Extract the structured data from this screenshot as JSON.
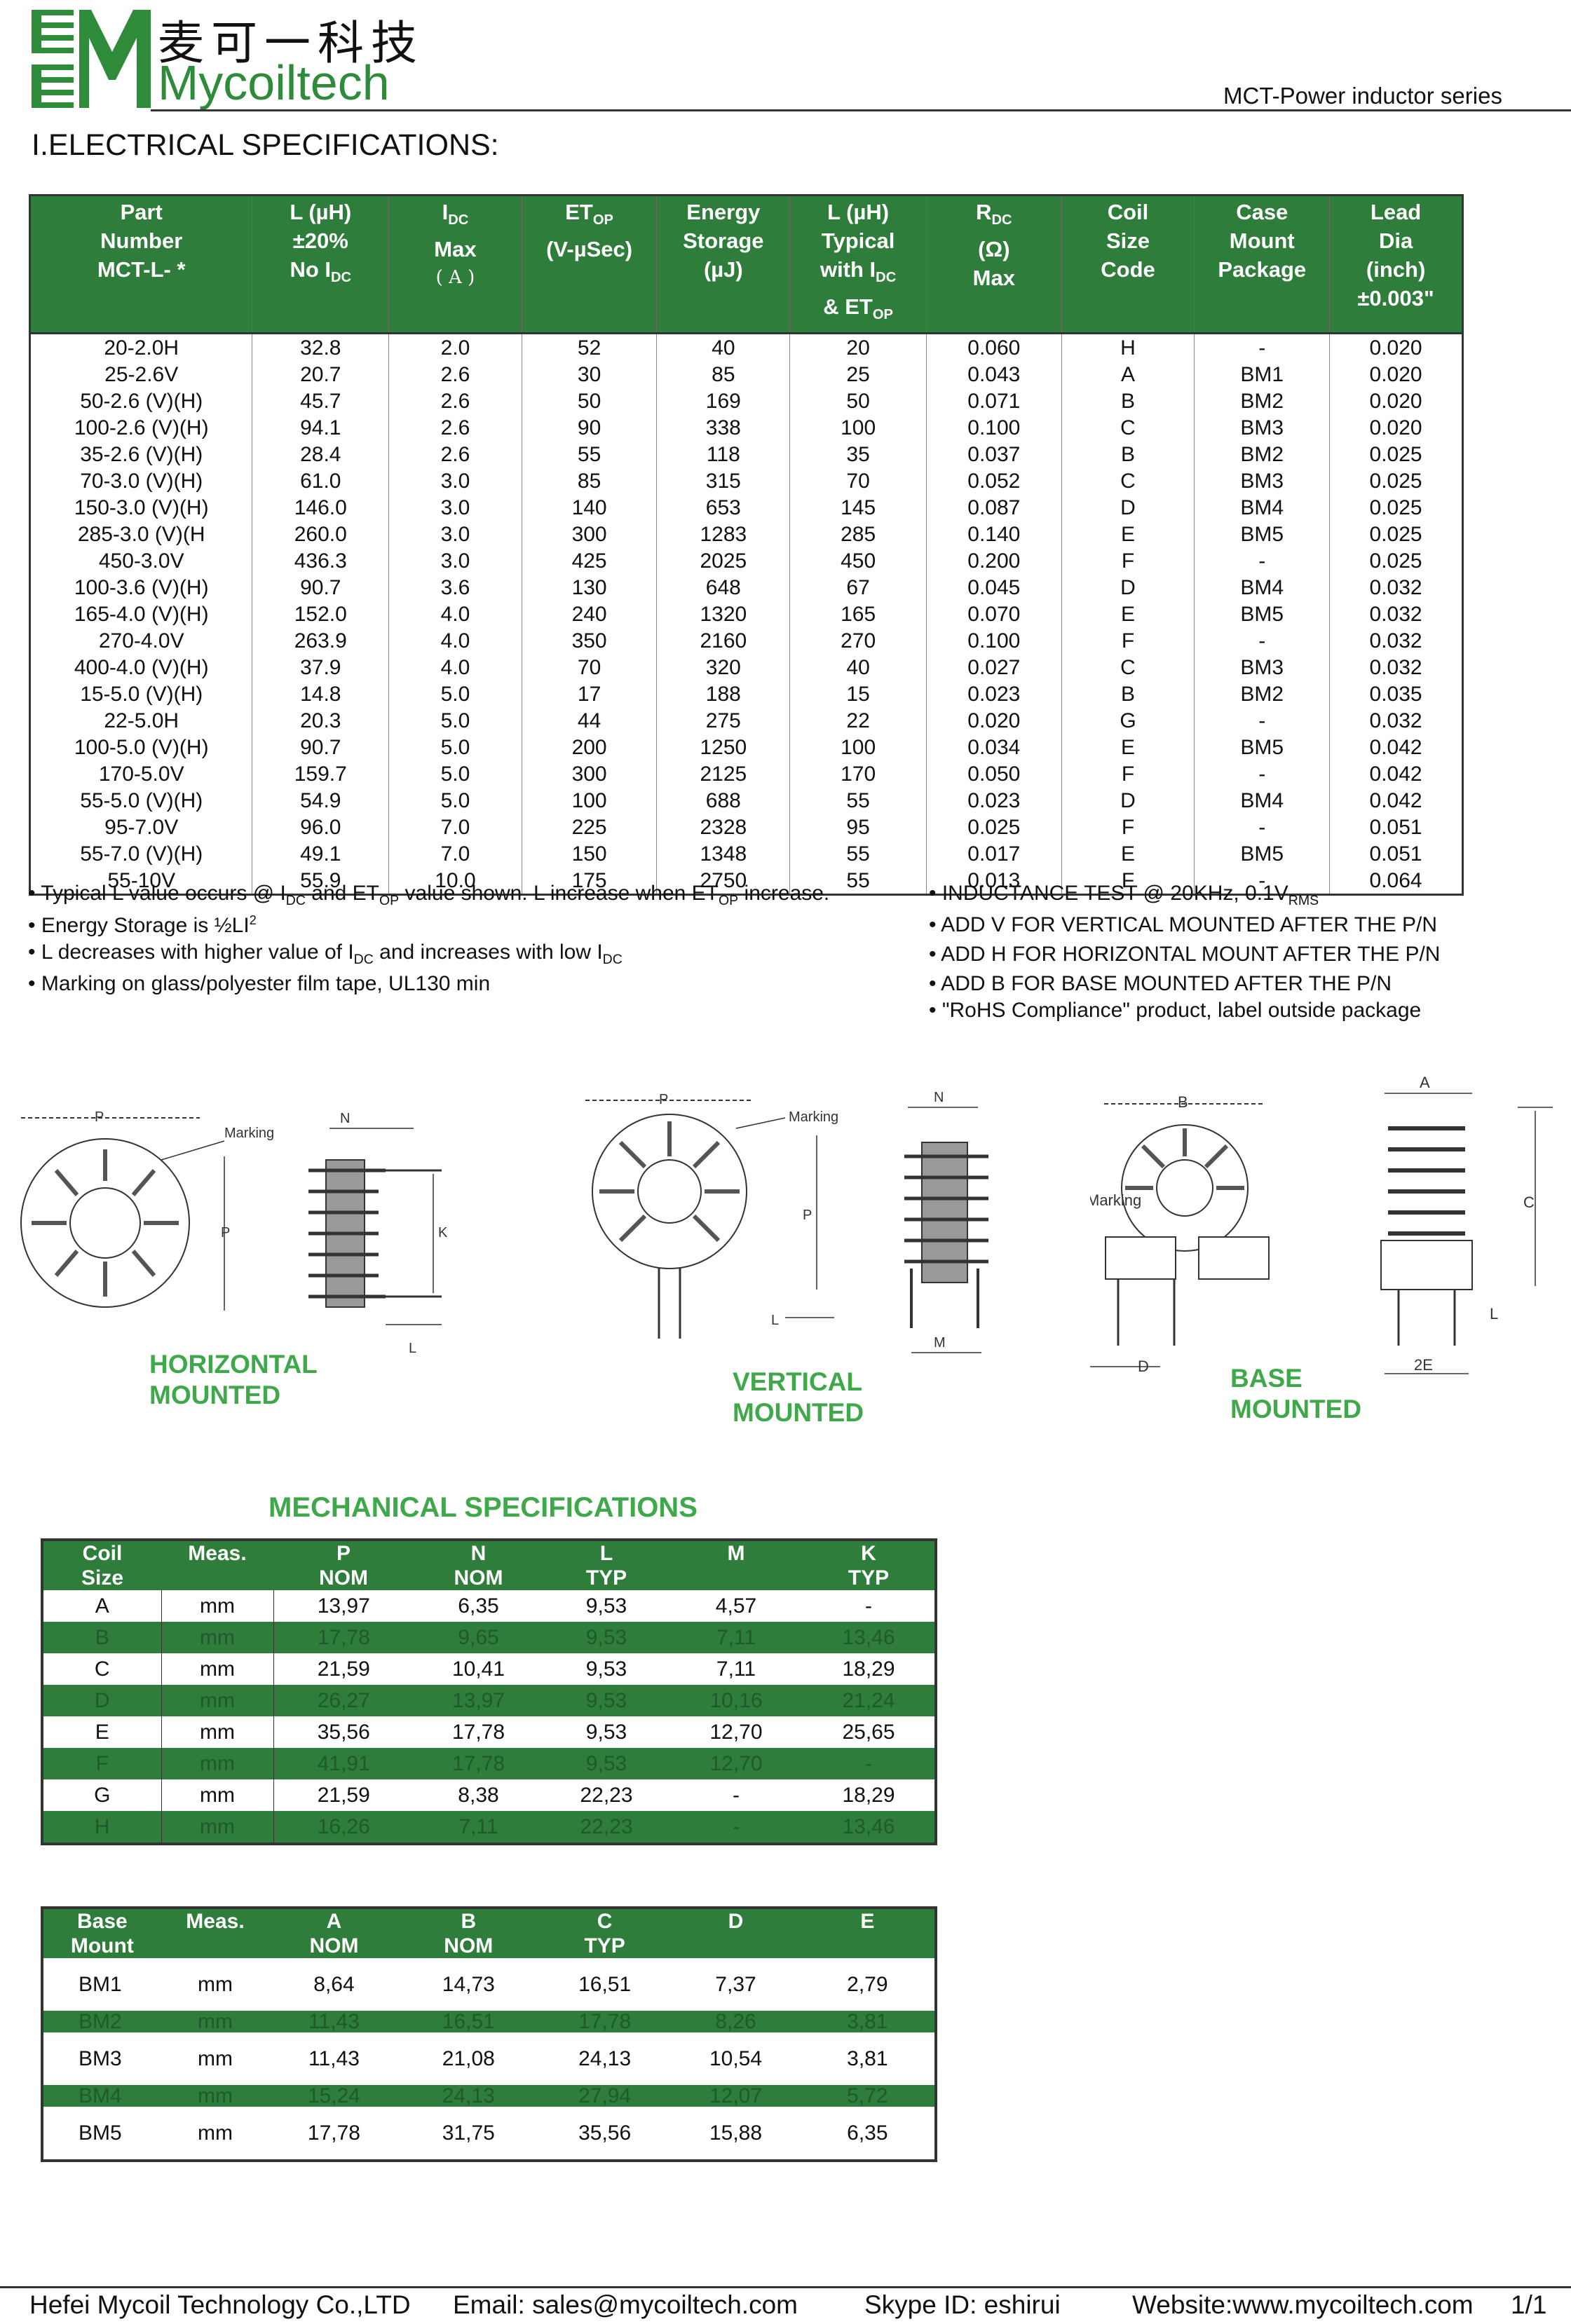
{
  "header": {
    "brand_cn": "麦可一科技",
    "brand_en": "Mycoiltech",
    "series": "MCT-Power inductor series",
    "section_title": "I.ELECTRICAL SPECIFICATIONS:"
  },
  "spec_table": {
    "headers": [
      {
        "l1": "Part",
        "l2": "Number",
        "l3": "MCT-L-  *"
      },
      {
        "l1": "L (µH)",
        "l2": "±20%",
        "l3a": "No I",
        "l3sub": "DC"
      },
      {
        "l1a": "I",
        "l1sub": "DC",
        "l2": "Max",
        "l3": "( A )"
      },
      {
        "l1a": "ET",
        "l1sub": "OP",
        "l2": "(V-µSec)"
      },
      {
        "l1": "Energy",
        "l2": "Storage",
        "l3": "(µJ)"
      },
      {
        "l1": "L (µH)",
        "l2": "Typical",
        "l3a": "with I",
        "l3sub": "DC",
        "l4a": "& ET",
        "l4sub": "OP"
      },
      {
        "l1a": "R",
        "l1sub": "DC",
        "l2": "(Ω)",
        "l3": "Max"
      },
      {
        "l1": "Coil",
        "l2": "Size",
        "l3": "Code"
      },
      {
        "l1": "Case",
        "l2": "Mount",
        "l3": "Package"
      },
      {
        "l1": "Lead",
        "l2": "Dia",
        "l3": "(inch)",
        "l4": "±0.003\""
      }
    ],
    "rows": [
      [
        "20-2.0H",
        "32.8",
        "2.0",
        "52",
        "40",
        "20",
        "0.060",
        "H",
        "-",
        "0.020"
      ],
      [
        "25-2.6V",
        "20.7",
        "2.6",
        "30",
        "85",
        "25",
        "0.043",
        "A",
        "BM1",
        "0.020"
      ],
      [
        "50-2.6 (V)(H)",
        "45.7",
        "2.6",
        "50",
        "169",
        "50",
        "0.071",
        "B",
        "BM2",
        "0.020"
      ],
      [
        "100-2.6 (V)(H)",
        "94.1",
        "2.6",
        "90",
        "338",
        "100",
        "0.100",
        "C",
        "BM3",
        "0.020"
      ],
      [
        "35-2.6 (V)(H)",
        "28.4",
        "2.6",
        "55",
        "118",
        "35",
        "0.037",
        "B",
        "BM2",
        "0.025"
      ],
      [
        "70-3.0 (V)(H)",
        "61.0",
        "3.0",
        "85",
        "315",
        "70",
        "0.052",
        "C",
        "BM3",
        "0.025"
      ],
      [
        "150-3.0 (V)(H)",
        "146.0",
        "3.0",
        "140",
        "653",
        "145",
        "0.087",
        "D",
        "BM4",
        "0.025"
      ],
      [
        "285-3.0 (V)(H",
        "260.0",
        "3.0",
        "300",
        "1283",
        "285",
        "0.140",
        "E",
        "BM5",
        "0.025"
      ],
      [
        "450-3.0V",
        "436.3",
        "3.0",
        "425",
        "2025",
        "450",
        "0.200",
        "F",
        "-",
        "0.025"
      ],
      [
        "100-3.6 (V)(H)",
        "90.7",
        "3.6",
        "130",
        "648",
        "67",
        "0.045",
        "D",
        "BM4",
        "0.032"
      ],
      [
        "165-4.0 (V)(H)",
        "152.0",
        "4.0",
        "240",
        "1320",
        "165",
        "0.070",
        "E",
        "BM5",
        "0.032"
      ],
      [
        "270-4.0V",
        "263.9",
        "4.0",
        "350",
        "2160",
        "270",
        "0.100",
        "F",
        "-",
        "0.032"
      ],
      [
        "400-4.0 (V)(H)",
        "37.9",
        "4.0",
        "70",
        "320",
        "40",
        "0.027",
        "C",
        "BM3",
        "0.032"
      ],
      [
        "15-5.0 (V)(H)",
        "14.8",
        "5.0",
        "17",
        "188",
        "15",
        "0.023",
        "B",
        "BM2",
        "0.035"
      ],
      [
        "22-5.0H",
        "20.3",
        "5.0",
        "44",
        "275",
        "22",
        "0.020",
        "G",
        "-",
        "0.032"
      ],
      [
        "100-5.0 (V)(H)",
        "90.7",
        "5.0",
        "200",
        "1250",
        "100",
        "0.034",
        "E",
        "BM5",
        "0.042"
      ],
      [
        "170-5.0V",
        "159.7",
        "5.0",
        "300",
        "2125",
        "170",
        "0.050",
        "F",
        "-",
        "0.042"
      ],
      [
        "55-5.0 (V)(H)",
        "54.9",
        "5.0",
        "100",
        "688",
        "55",
        "0.023",
        "D",
        "BM4",
        "0.042"
      ],
      [
        "95-7.0V",
        "96.0",
        "7.0",
        "225",
        "2328",
        "95",
        "0.025",
        "F",
        "-",
        "0.051"
      ],
      [
        "55-7.0 (V)(H)",
        "49.1",
        "7.0",
        "150",
        "1348",
        "55",
        "0.017",
        "E",
        "BM5",
        "0.051"
      ],
      [
        "55-10V",
        "55.9",
        "10.0",
        "175",
        "2750",
        "55",
        "0.013",
        "F",
        "-",
        "0.064"
      ]
    ]
  },
  "notes_left": {
    "n1a": "• Typical L  value occurs @ I",
    "n1sub1": "DC",
    "n1b": " and ET",
    "n1sub2": "OP",
    "n1c": " value shown. L increase when ET",
    "n1sub3": "OP",
    "n1d": " increase.",
    "n2a": "• Energy Storage is ½LI",
    "n2sup": "2",
    "n3a": "• L decreases with higher value of I",
    "n3sub1": "DC",
    "n3b": " and increases with low I",
    "n3sub2": "DC",
    "n4": "• Marking on glass/polyester film tape, UL130 min"
  },
  "notes_right": {
    "r1a": "• INDUCTANCE TEST @ 20KHz, 0.1V",
    "r1sub": "RMS",
    "r2": "• ADD V FOR VERTICAL MOUNTED  AFTER THE P/N",
    "r3": "• ADD H FOR HORIZONTAL MOUNT AFTER THE P/N",
    "r4": "• ADD B FOR BASE MOUNTED AFTER THE P/N",
    "r5": "•  \"RoHS Compliance\" product, label outside package"
  },
  "drawings": {
    "horizontal": {
      "l1": "HORIZONTAL",
      "l2": "MOUNTED",
      "p": "P",
      "n": "N",
      "k": "K",
      "l": "L",
      "marking": "Marking"
    },
    "vertical": {
      "l1": "VERTICAL",
      "l2": "MOUNTED",
      "p": "P",
      "n": "N",
      "l": "L",
      "m": "M",
      "marking": "Marking"
    },
    "base": {
      "l1": "BASE",
      "l2": "MOUNTED",
      "a": "A",
      "b": "B",
      "c": "C",
      "d": "D",
      "l": "L",
      "e": "2E",
      "marking": "Marking"
    }
  },
  "mech": {
    "title": "MECHANICAL SPECIFICATIONS",
    "headers": [
      {
        "l1": "Coil",
        "l2": "Size"
      },
      {
        "l1": "Meas.",
        "l2": ""
      },
      {
        "l1": "P",
        "l2": "NOM"
      },
      {
        "l1": "N",
        "l2": "NOM"
      },
      {
        "l1": "L",
        "l2": "TYP"
      },
      {
        "l1": "M",
        "l2": ""
      },
      {
        "l1": "K",
        "l2": "TYP"
      }
    ],
    "rows": [
      [
        "A",
        "mm",
        "13,97",
        "6,35",
        "9,53",
        "4,57",
        "-"
      ],
      [
        "B",
        "mm",
        "17,78",
        "9,65",
        "9,53",
        "7,11",
        "13,46"
      ],
      [
        "C",
        "mm",
        "21,59",
        "10,41",
        "9,53",
        "7,11",
        "18,29"
      ],
      [
        "D",
        "mm",
        "26,27",
        "13,97",
        "9,53",
        "10,16",
        "21,24"
      ],
      [
        "E",
        "mm",
        "35,56",
        "17,78",
        "9,53",
        "12,70",
        "25,65"
      ],
      [
        "F",
        "mm",
        "41,91",
        "17,78",
        "9,53",
        "12,70",
        "-"
      ],
      [
        "G",
        "mm",
        "21,59",
        "8,38",
        "22,23",
        "-",
        "18,29"
      ],
      [
        "H",
        "mm",
        "16,26",
        "7,11",
        "22,23",
        "-",
        "13,46"
      ]
    ]
  },
  "base": {
    "headers": [
      {
        "l1": "Base",
        "l2": "Mount"
      },
      {
        "l1": "Meas.",
        "l2": ""
      },
      {
        "l1": "A",
        "l2": "NOM"
      },
      {
        "l1": "B",
        "l2": "NOM"
      },
      {
        "l1": "C",
        "l2": "TYP"
      },
      {
        "l1": "D",
        "l2": ""
      },
      {
        "l1": "E",
        "l2": ""
      }
    ],
    "rows": [
      [
        "BM1",
        "mm",
        "8,64",
        "14,73",
        "16,51",
        "7,37",
        "2,79"
      ],
      [
        "BM2",
        "mm",
        "11,43",
        "16,51",
        "17,78",
        "8,26",
        "3,81"
      ],
      [
        "BM3",
        "mm",
        "11,43",
        "21,08",
        "24,13",
        "10,54",
        "3,81"
      ],
      [
        "BM4",
        "mm",
        "15,24",
        "24,13",
        "27,94",
        "12,07",
        "5,72"
      ],
      [
        "BM5",
        "mm",
        "17,78",
        "31,75",
        "35,56",
        "15,88",
        "6,35"
      ]
    ]
  },
  "footer": {
    "company": "Hefei Mycoil Technology Co.,LTD",
    "email": "Email: sales@mycoiltech.com",
    "skype": "Skype ID: eshirui",
    "website": "Website:www.mycoiltech.com",
    "page": "1/1"
  },
  "colors": {
    "green": "#2e7d3a",
    "label_green": "#3fa84a"
  }
}
